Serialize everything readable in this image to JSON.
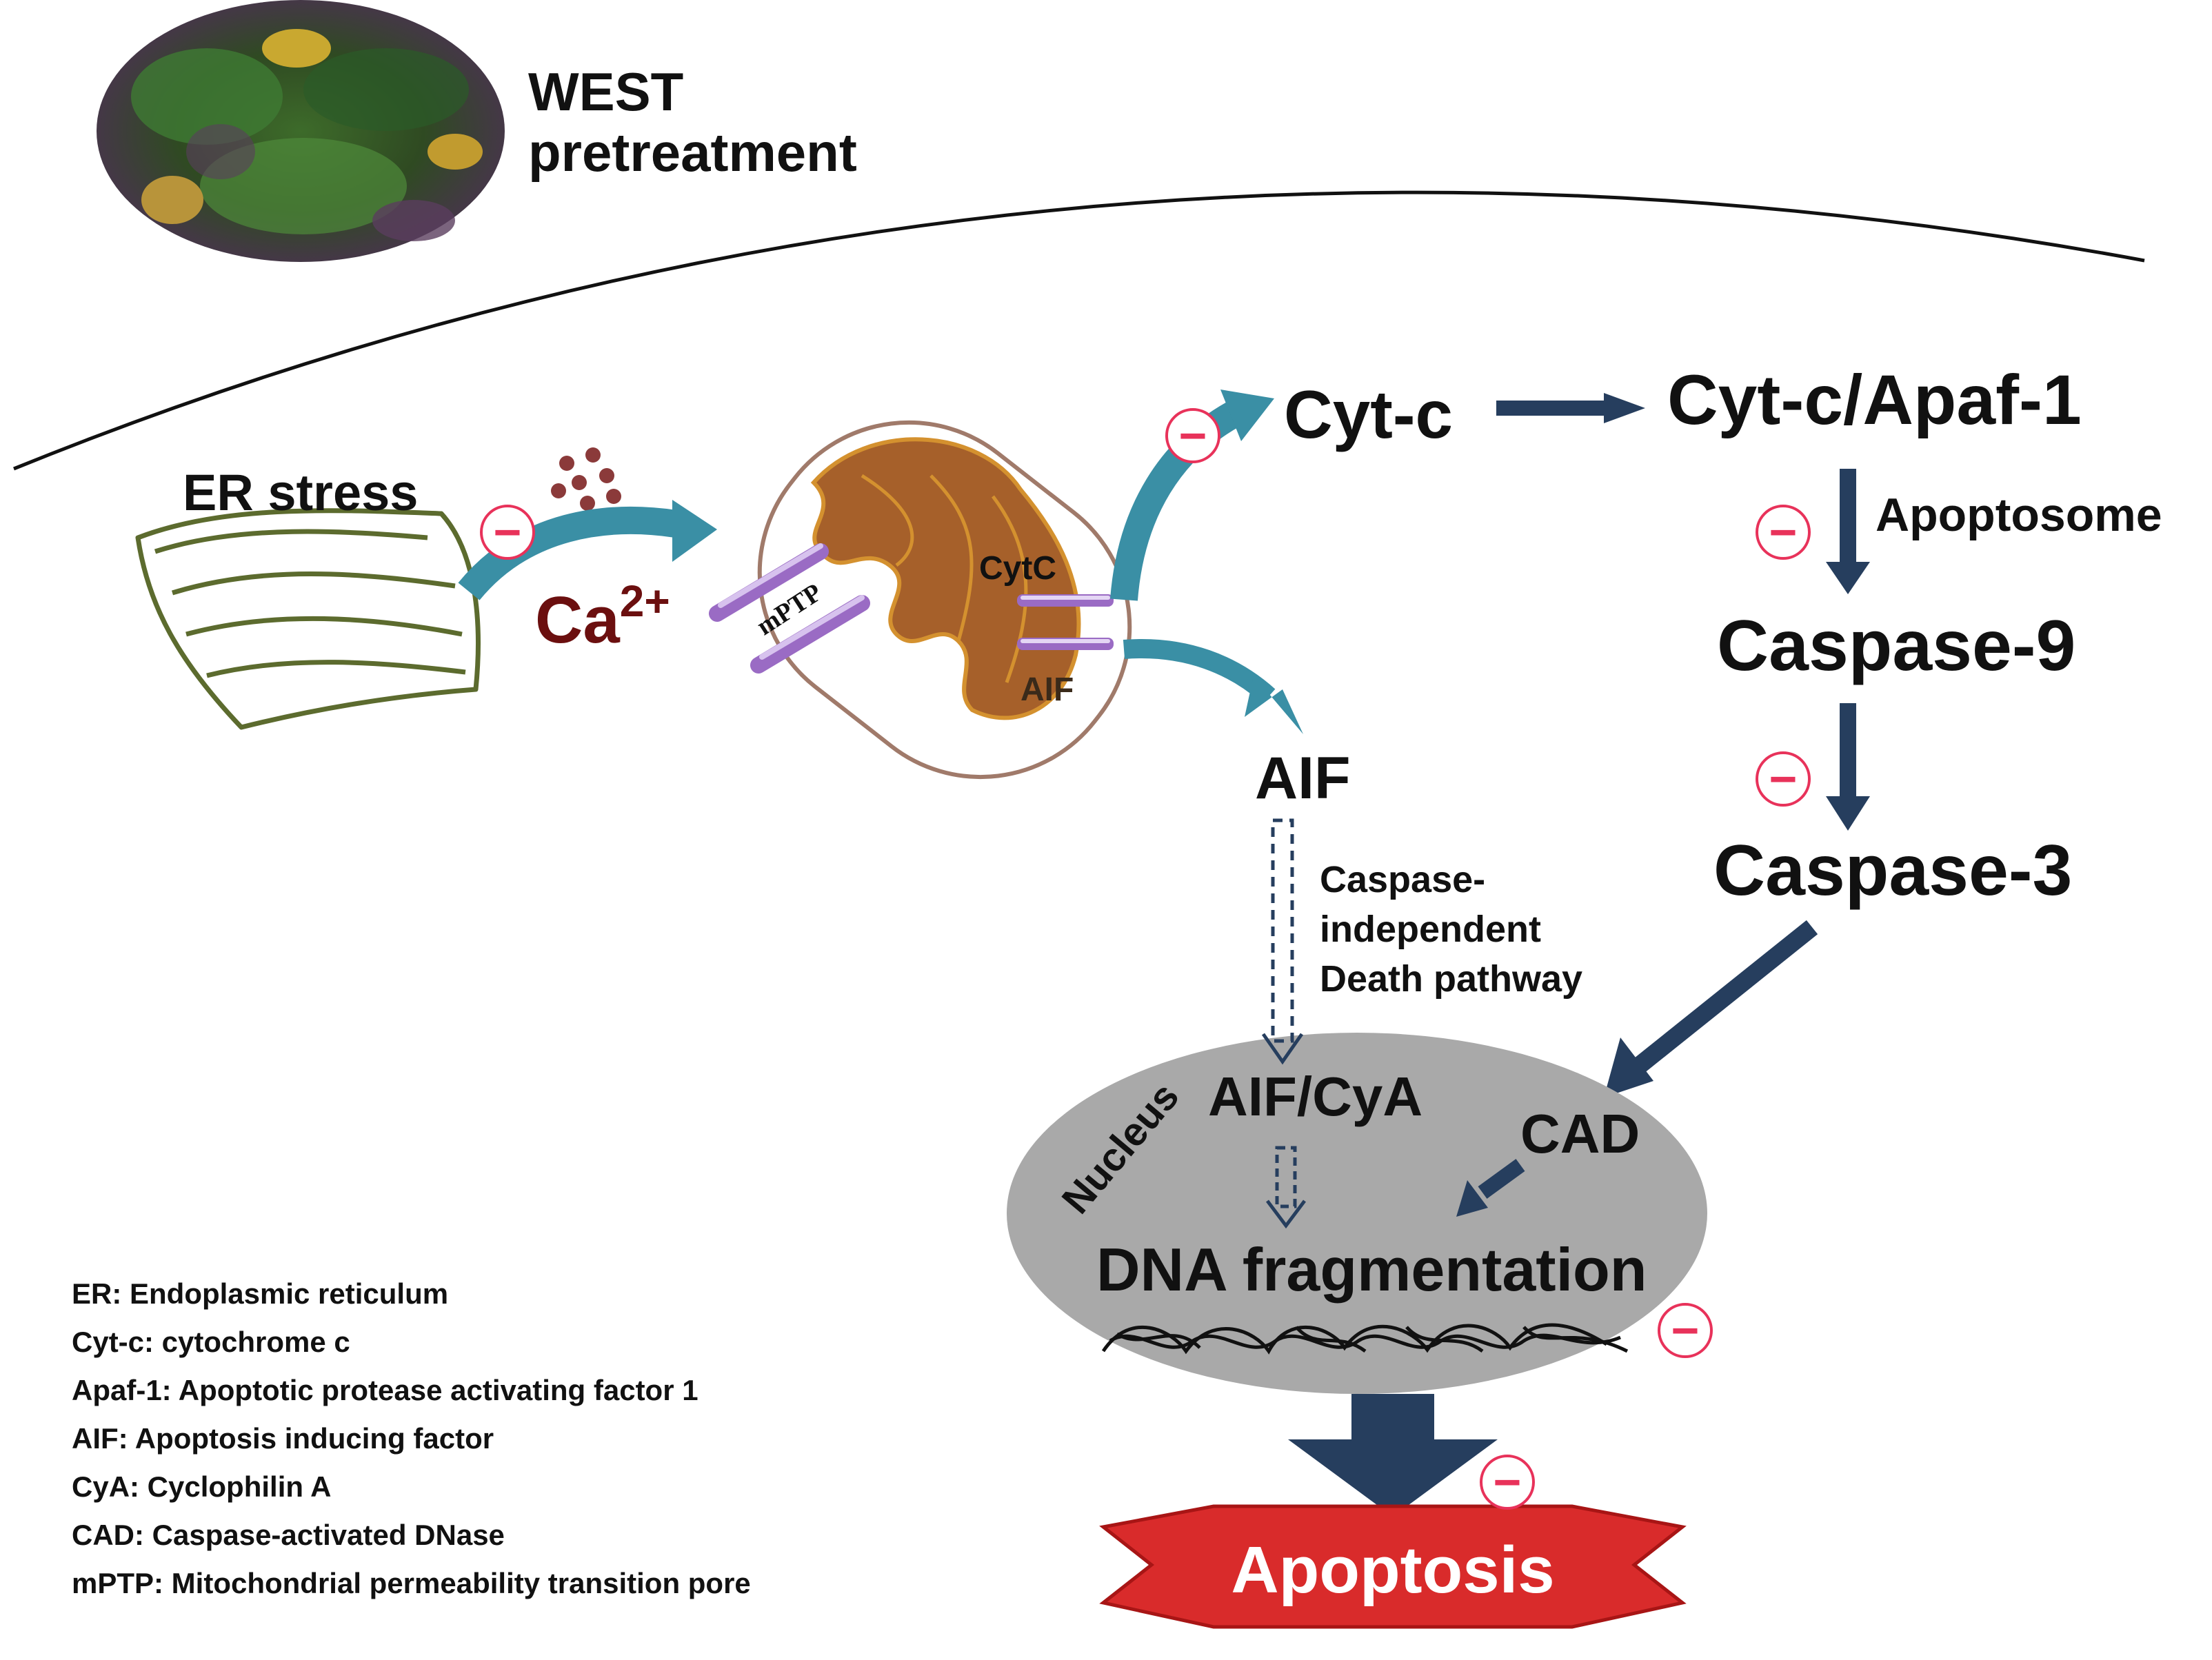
{
  "header": {
    "title_line1": "WEST",
    "title_line2": "pretreatment"
  },
  "labels": {
    "er_stress": "ER stress",
    "ca": "Ca",
    "ca_sup": "2+",
    "mptp": "mPTP",
    "cytc_small": "CytC",
    "aif_small": "AIF",
    "cytc": "Cyt-c",
    "cytc_apaf": "Cyt-c/Apaf-1",
    "apoptosome": "Apoptosome",
    "caspase9": "Caspase-9",
    "caspase3": "Caspase-3",
    "aif": "AIF",
    "caspase_independent_1": "Caspase-",
    "caspase_independent_2": "independent",
    "caspase_independent_3": "Death pathway",
    "nucleus": "Nucleus",
    "aif_cya": "AIF/CyA",
    "cad": "CAD",
    "dna_fragmentation": "DNA fragmentation",
    "apoptosis": "Apoptosis"
  },
  "legend": [
    "ER: Endoplasmic reticulum",
    "Cyt-c:  cytochrome c",
    "Apaf-1: Apoptotic protease activating factor 1",
    "AIF: Apoptosis inducing factor",
    "CyA: Cyclophilin A",
    "CAD: Caspase-activated DNase",
    "mPTP: Mitochondrial permeability transition pore"
  ],
  "inhibition_symbol": "−",
  "colors": {
    "teal_arrow": "#3a8fa5",
    "navy_arrow": "#263e5e",
    "inhibition": "#e8325a",
    "nucleus": "#a9a9a9",
    "mitochondria": "#a6602a",
    "er": "#5c6b2e",
    "calcium": "#8b3a3a",
    "apoptosis_banner": "#d92b2b",
    "ca_text": "#6b0f0f"
  }
}
